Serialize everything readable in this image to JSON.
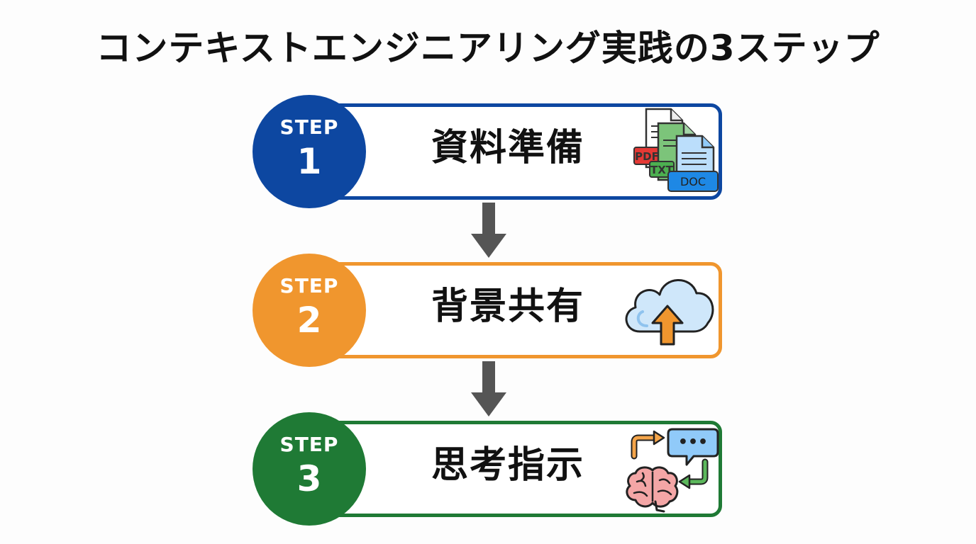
{
  "title": "コンテキストエンジニアリング実践の3ステップ",
  "steps": [
    {
      "label": "STEP",
      "number": "1",
      "name": "資料準備",
      "color": "#0d47a1",
      "icon": "documents-icon",
      "doc_tags": [
        "PDF",
        "TXT",
        "DOC"
      ]
    },
    {
      "label": "STEP",
      "number": "2",
      "name": "背景共有",
      "color": "#f0962e",
      "icon": "cloud-upload-icon"
    },
    {
      "label": "STEP",
      "number": "3",
      "name": "思考指示",
      "color": "#1f7a35",
      "icon": "brain-thinking-icon",
      "bubble_text": "•••"
    }
  ],
  "arrow_color": "#555555"
}
